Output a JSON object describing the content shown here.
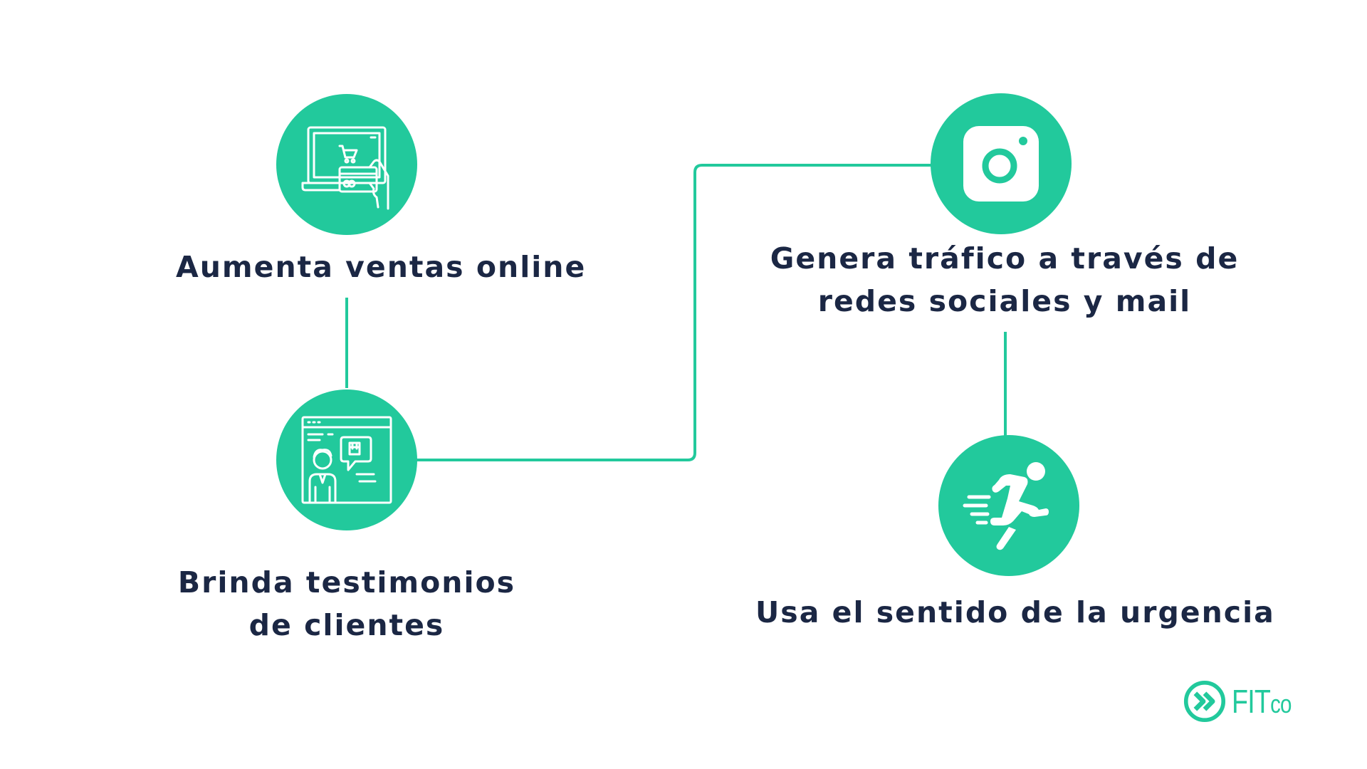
{
  "colors": {
    "accent": "#22c99c",
    "text": "#1b2744",
    "background": "#ffffff"
  },
  "nodes": [
    {
      "id": "online-sales",
      "icon": "laptop-cart-payment-icon",
      "lines": [
        "Aumenta ventas online"
      ]
    },
    {
      "id": "testimonials",
      "icon": "browser-testimonial-icon",
      "lines": [
        "Brinda testimonios",
        "de clientes"
      ]
    },
    {
      "id": "social-traffic",
      "icon": "instagram-icon",
      "lines": [
        "Genera tráfico a través de",
        "redes sociales y mail"
      ]
    },
    {
      "id": "urgency",
      "icon": "running-person-icon",
      "lines": [
        "Usa el sentido de la urgencia"
      ]
    }
  ],
  "logo": {
    "icon": "double-chevron-circle-icon",
    "text_main": "FIT",
    "text_small": "co"
  }
}
